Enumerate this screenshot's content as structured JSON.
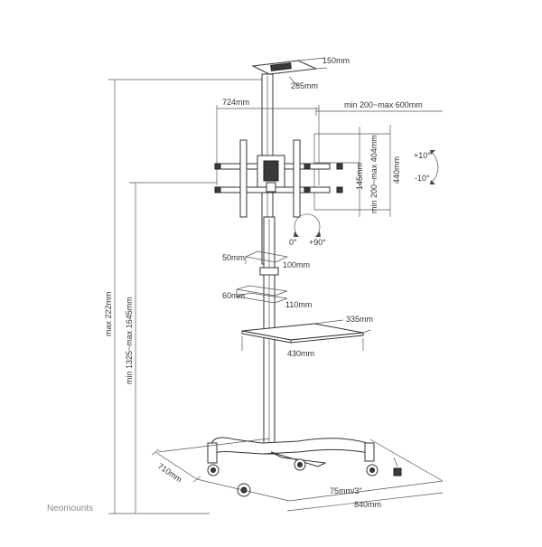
{
  "brand": "Neomounts",
  "dimensions": {
    "top_plate_width": "150mm",
    "top_plate_depth": "285mm",
    "mount_width": "724mm",
    "vesa_horizontal": "min 200~max 600mm",
    "vesa_vertical": "min 200~max 404mm",
    "bracket_spacing": "145mm",
    "mount_height": "440mm",
    "tilt_up": "+10°",
    "tilt_down": "-10°",
    "rotation_min": "0°",
    "rotation_max": "+90°",
    "upper_clamp_height": "50mm",
    "upper_clamp_width": "100mm",
    "lower_clamp_height": "60mm",
    "lower_clamp_width": "110mm",
    "shelf_depth": "335mm",
    "shelf_width": "430mm",
    "base_depth": "710mm",
    "base_width": "840mm",
    "caster_size": "75mm/3\"",
    "max_height": "max 222mm",
    "height_range": "min 1325~max 1645mm"
  }
}
